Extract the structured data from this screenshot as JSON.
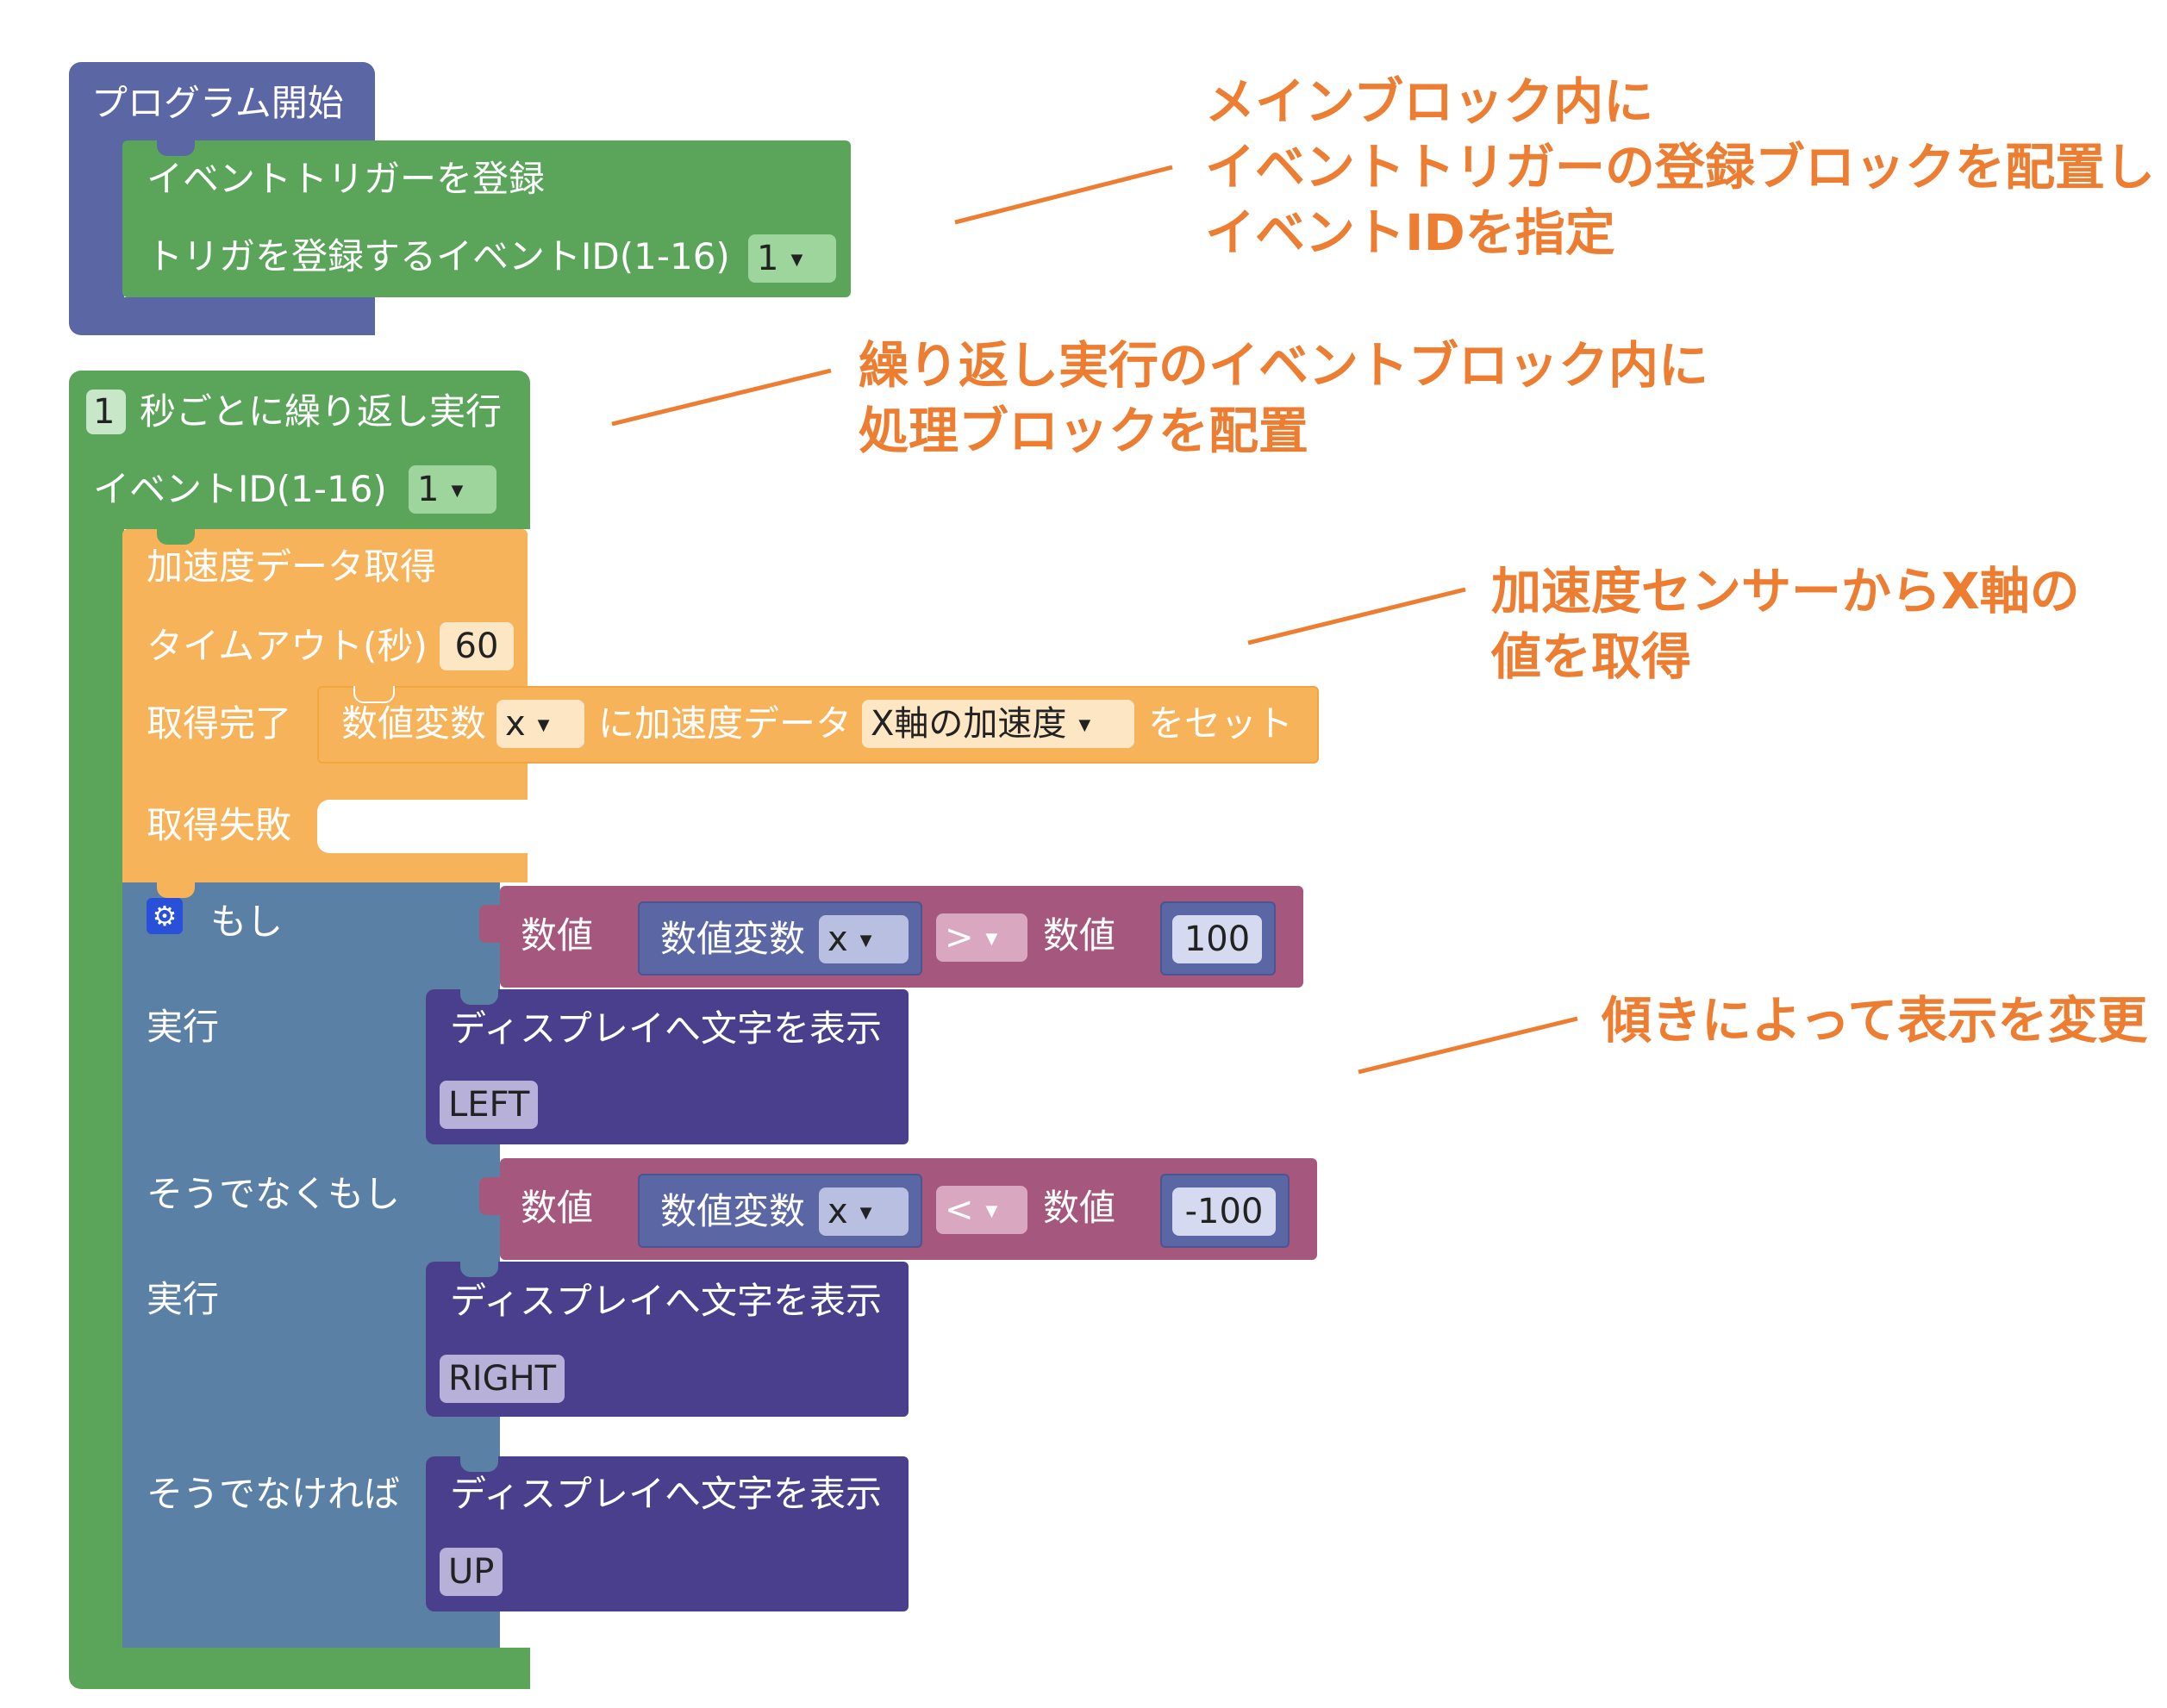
{
  "colors": {
    "start_block": "#5b67a5",
    "trigger_block": "#5ba55b",
    "accel_block": "#f7b35a",
    "if_block": "#5b80a5",
    "compare_block": "#a5577e",
    "variable_block": "#5b67a5",
    "display_block": "#4a3f8c",
    "annotation": "#ed7d31"
  },
  "start_block": {
    "label": "プログラム開始"
  },
  "register_block": {
    "title": "イベントトリガーを登録",
    "id_label": "トリガを登録するイベントID(1-16)",
    "id_value": "1",
    "dropdown_icon": "dropdown-arrow-icon"
  },
  "repeat_block": {
    "interval_value": "1",
    "title": "秒ごとに繰り返し実行",
    "id_label": "イベントID(1-16)",
    "id_value": "1"
  },
  "accel_block": {
    "title": "加速度データ取得",
    "timeout_label": "タイムアウト(秒)",
    "timeout_value": "60",
    "success_label": "取得完了",
    "fail_label": "取得失敗",
    "set_block": {
      "var_label": "数値変数",
      "var_value": "x",
      "middle_text": "に加速度データ",
      "axis_value": "X軸の加速度",
      "suffix": "をセット"
    }
  },
  "if_block": {
    "gear_icon": "gear-icon",
    "if_label": "もし",
    "do_label_1": "実行",
    "elseif_label": "そうでなくもし",
    "do_label_2": "実行",
    "else_label": "そうでなければ",
    "cond1": {
      "num_label": "数値",
      "var_label": "数値変数",
      "var_value": "x",
      "op": ">",
      "num_label2": "数値",
      "value": "100"
    },
    "cond2": {
      "num_label": "数値",
      "var_label": "数値変数",
      "var_value": "x",
      "op": "<",
      "num_label2": "数値",
      "value": "-100"
    },
    "display1": {
      "title": "ディスプレイへ文字を表示",
      "text": "LEFT"
    },
    "display2": {
      "title": "ディスプレイへ文字を表示",
      "text": "RIGHT"
    },
    "display3": {
      "title": "ディスプレイへ文字を表示",
      "text": "UP"
    }
  },
  "annotations": {
    "note1_line1": "メインブロック内に",
    "note1_line2": "イベントトリガーの登録ブロックを配置し",
    "note1_line3": "イベントIDを指定",
    "note2_line1": "繰り返し実行のイベントブロック内に",
    "note2_line2": "処理ブロックを配置",
    "note3_line1": "加速度センサーからX軸の",
    "note3_line2": "値を取得",
    "note4_line1": "傾きによって表示を変更"
  }
}
